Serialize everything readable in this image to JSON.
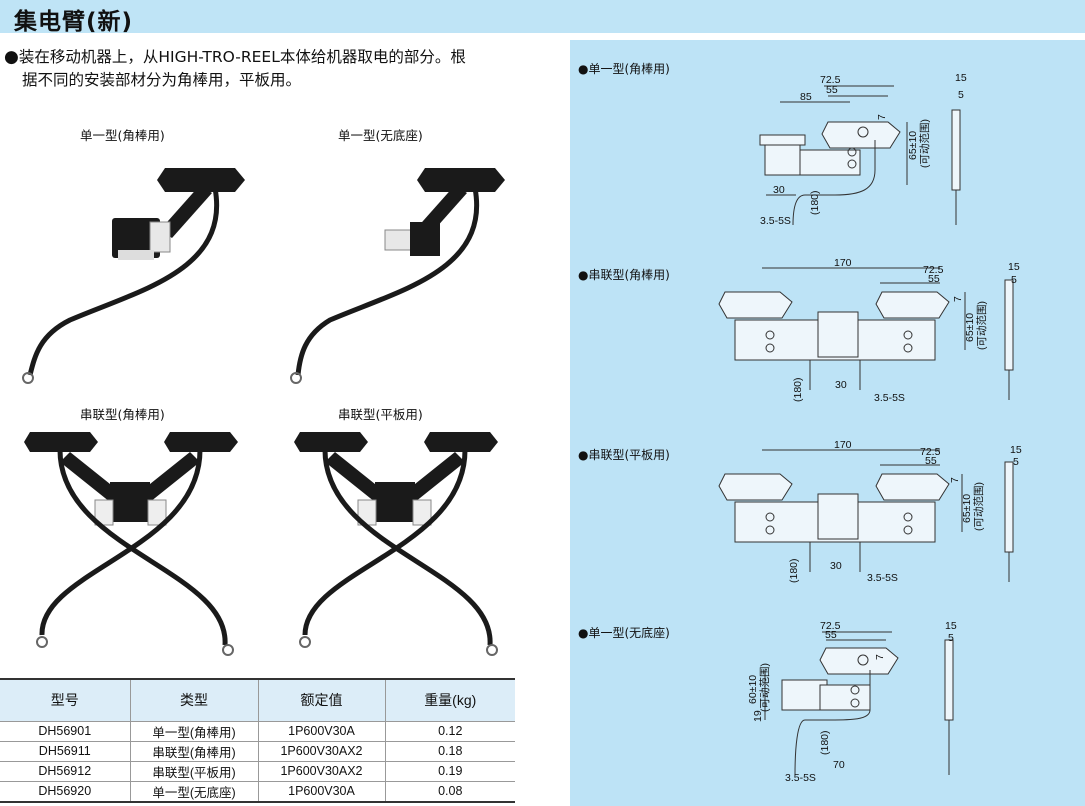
{
  "title": "集电臂(新)",
  "intro": {
    "bullet": "●",
    "line1": "装在移动机器上，从HIGH-TRO-REEL本体给机器取电的部分。根",
    "line2": "据不同的安装部材分为角棒用，平板用。"
  },
  "photos": [
    {
      "caption": "单一型(角棒用)"
    },
    {
      "caption": "单一型(无底座)"
    },
    {
      "caption": "串联型(角棒用)"
    },
    {
      "caption": "串联型(平板用)"
    }
  ],
  "table": {
    "headers": [
      "型号",
      "类型",
      "额定值",
      "重量(kg)"
    ],
    "rows": [
      [
        "DH56901",
        "单一型(角棒用)",
        "1P600V30A",
        "0.12"
      ],
      [
        "DH56911",
        "串联型(角棒用)",
        "1P600V30AX2",
        "0.18"
      ],
      [
        "DH56912",
        "串联型(平板用)",
        "1P600V30AX2",
        "0.19"
      ],
      [
        "DH56920",
        "单一型(无底座)",
        "1P600V30A",
        "0.08"
      ]
    ]
  },
  "diagrams": [
    {
      "label": "●单一型(角棒用)",
      "d72": "72.5",
      "d55": "55",
      "d85": "85",
      "d7": "7",
      "range": "65±10",
      "range_note": "(可动范围)",
      "d15": "15",
      "d5": "5",
      "d30": "30",
      "d180": "(180)",
      "terminal": "3.5-5S"
    },
    {
      "label": "●串联型(角棒用)",
      "d170": "170",
      "d72": "72.5",
      "d55": "55",
      "d7": "7",
      "range": "65±10",
      "range_note": "(可动范围)",
      "d15": "15",
      "d5": "5",
      "d180": "(180)",
      "d30": "30",
      "terminal": "3.5-5S"
    },
    {
      "label": "●串联型(平板用)",
      "d170": "170",
      "d72": "72.5",
      "d55": "55",
      "d7": "7",
      "range": "65±10",
      "range_note": "(可动范围)",
      "d15": "15",
      "d5": "5",
      "d180": "(180)",
      "d30": "30",
      "terminal": "3.5-5S"
    },
    {
      "label": "●单一型(无底座)",
      "d72": "72.5",
      "d55": "55",
      "d7": "7",
      "range": "60±10",
      "range_note": "(可动范围)",
      "d19": "19",
      "d15": "15",
      "d5": "5",
      "d180": "(180)",
      "d70": "70",
      "terminal": "3.5-5S"
    }
  ]
}
